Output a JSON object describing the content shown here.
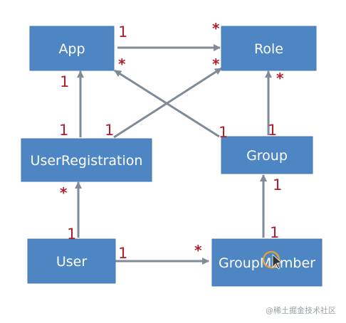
{
  "nodes": [
    {
      "id": "app",
      "label": "App"
    },
    {
      "id": "role",
      "label": "Role"
    },
    {
      "id": "userreg",
      "label": "UserRegistration"
    },
    {
      "id": "group",
      "label": "Group"
    },
    {
      "id": "user",
      "label": "User"
    },
    {
      "id": "groupmember",
      "label": "GroupMember"
    }
  ],
  "edges": [
    {
      "from": "app",
      "to": "role",
      "from_mult": "1",
      "to_mult": "*"
    },
    {
      "from": "userreg",
      "to": "app",
      "from_mult": "1",
      "to_mult": "1"
    },
    {
      "from": "userreg",
      "to": "role",
      "from_mult": "1",
      "to_mult": "*"
    },
    {
      "from": "group",
      "to": "app",
      "from_mult": "1",
      "to_mult": "*"
    },
    {
      "from": "group",
      "to": "role",
      "from_mult": "1",
      "to_mult": "*"
    },
    {
      "from": "user",
      "to": "userreg",
      "from_mult": "1",
      "to_mult": "*"
    },
    {
      "from": "user",
      "to": "groupmember",
      "from_mult": "1",
      "to_mult": "*"
    },
    {
      "from": "groupmember",
      "to": "group",
      "from_mult": "1",
      "to_mult": "1"
    }
  ],
  "watermark": "@稀土掘金技术社区",
  "colors": {
    "node_fill": "#4e86c4",
    "node_text": "#ffffff",
    "edge": "#7f8b99",
    "multiplicity": "#b01e2c"
  }
}
